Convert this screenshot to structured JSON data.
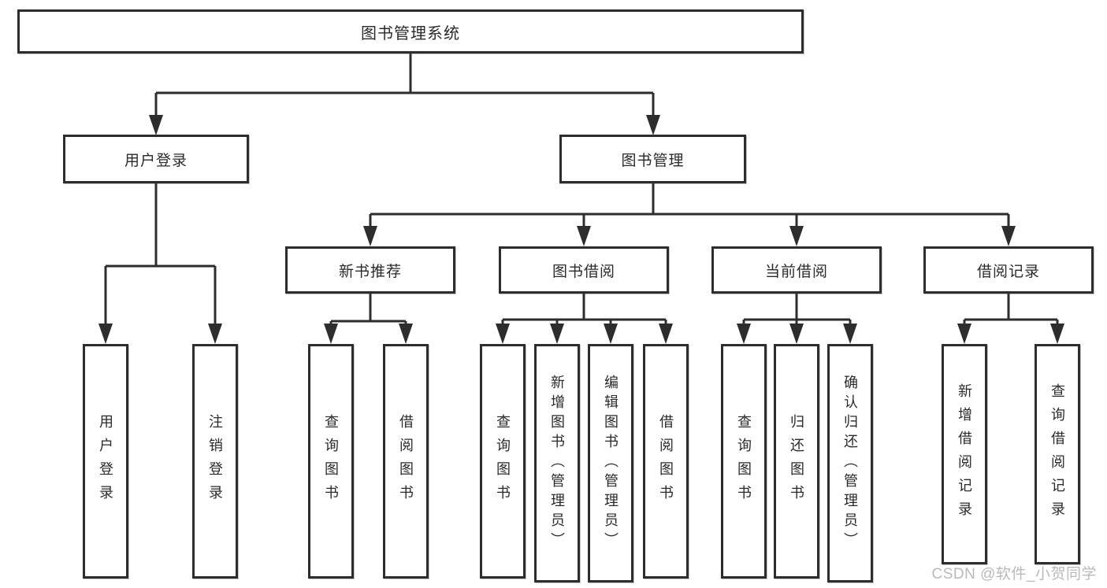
{
  "diagram": {
    "root": "图书管理系统",
    "user_login": {
      "label": "用户登录",
      "children": [
        "用户登录",
        "注销登录"
      ]
    },
    "book_mgmt": {
      "label": "图书管理",
      "groups": [
        {
          "label": "新书推荐",
          "children": [
            "查询图书",
            "借阅图书"
          ]
        },
        {
          "label": "图书借阅",
          "children": [
            "查询图书",
            "新增图书（管理员）",
            "编辑图书（管理员）",
            "借阅图书"
          ]
        },
        {
          "label": "当前借阅",
          "children": [
            "查询图书",
            "归还图书",
            "确认归还（管理员）"
          ]
        },
        {
          "label": "借阅记录",
          "children": [
            "新增借阅记录",
            "查询借阅记录"
          ]
        }
      ]
    }
  },
  "watermark": "CSDN @软件_小贺同学",
  "colors": {
    "line": "#2d2d2d",
    "text": "#2a2a2a",
    "watermark": "#b9b9b9",
    "background": "#ffffff"
  }
}
